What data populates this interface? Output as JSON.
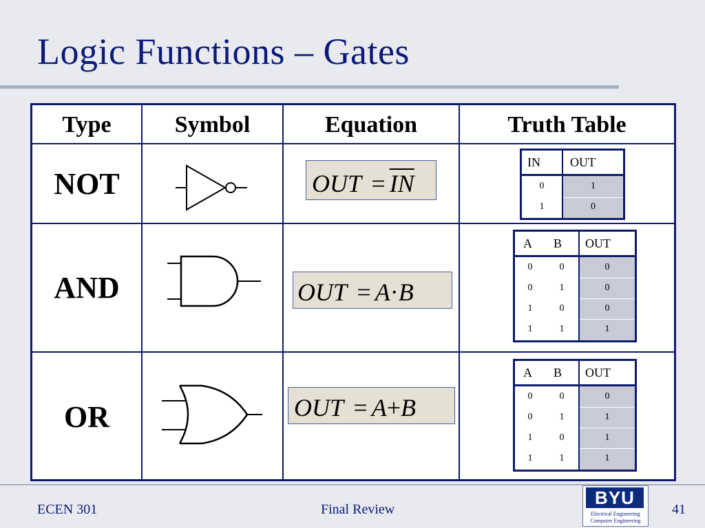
{
  "slide": {
    "title": "Logic Functions – Gates"
  },
  "table": {
    "headers": [
      "Type",
      "Symbol",
      "Equation",
      "Truth Table"
    ],
    "rows": [
      {
        "type": "NOT",
        "symbol": "not-gate-icon",
        "equation": {
          "lhs": "OUT",
          "op": "=",
          "rhs": "IN",
          "rhs_overline": true
        },
        "truth_table": {
          "columns": [
            "IN",
            "OUT"
          ],
          "rows": [
            [
              "0",
              "1"
            ],
            [
              "1",
              "0"
            ]
          ]
        }
      },
      {
        "type": "AND",
        "symbol": "and-gate-icon",
        "equation": {
          "lhs": "OUT",
          "op": "=",
          "a": "A",
          "mid": "·",
          "b": "B"
        },
        "truth_table": {
          "columns": [
            "A",
            "B",
            "OUT"
          ],
          "rows": [
            [
              "0",
              "0",
              "0"
            ],
            [
              "0",
              "1",
              "0"
            ],
            [
              "1",
              "0",
              "0"
            ],
            [
              "1",
              "1",
              "1"
            ]
          ]
        }
      },
      {
        "type": "OR",
        "symbol": "or-gate-icon",
        "equation": {
          "lhs": "OUT",
          "op": "=",
          "a": "A",
          "mid": "+",
          "b": "B"
        },
        "truth_table": {
          "columns": [
            "A",
            "B",
            "OUT"
          ],
          "rows": [
            [
              "0",
              "0",
              "0"
            ],
            [
              "0",
              "1",
              "1"
            ],
            [
              "1",
              "0",
              "1"
            ],
            [
              "1",
              "1",
              "1"
            ]
          ]
        }
      }
    ]
  },
  "footer": {
    "left": "ECEN 301",
    "center": "Final Review",
    "page": "41"
  },
  "logo": {
    "word": "BYU",
    "line1": "Electrical Engineering",
    "line2": "Computer Engineering"
  }
}
